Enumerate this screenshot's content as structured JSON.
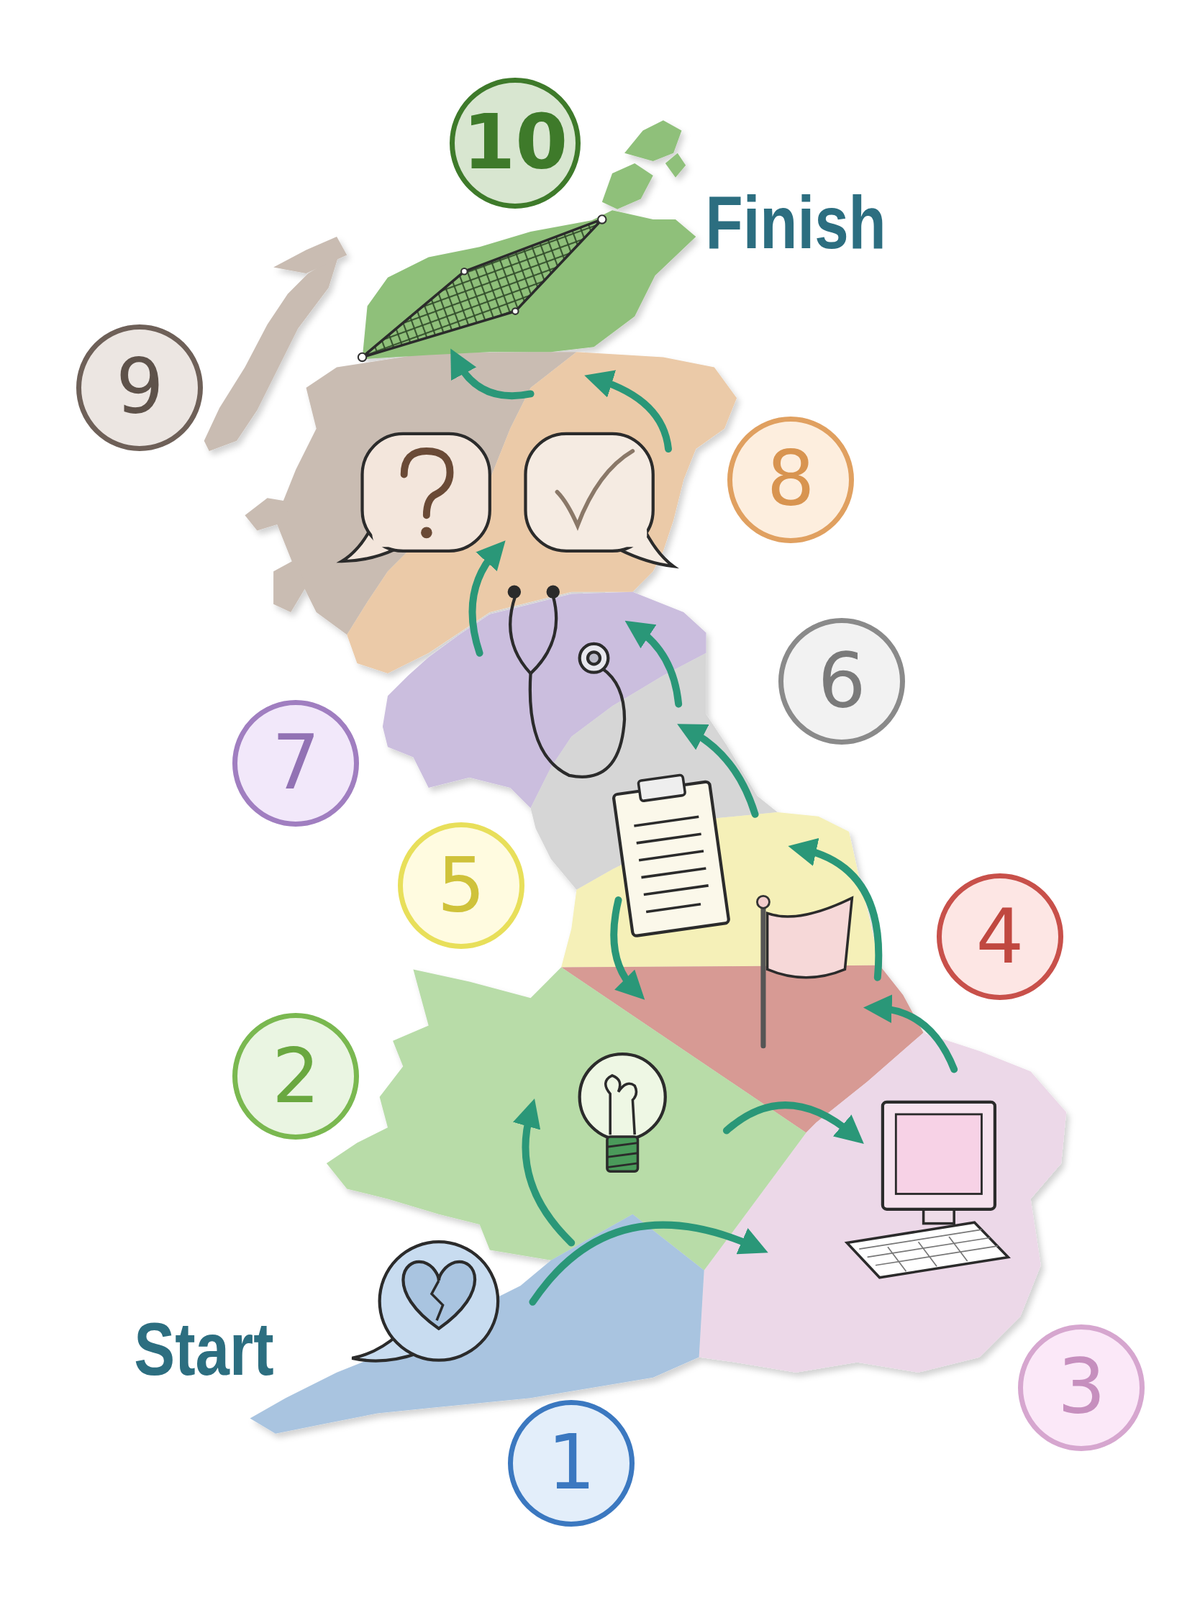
{
  "diagram": {
    "nodes": [
      {
        "text": [
          "1"
        ]
      },
      {
        "text": [
          "2"
        ]
      },
      {
        "text": [
          "3"
        ]
      },
      {
        "text": [
          "4"
        ]
      },
      {
        "text": [
          "5"
        ]
      },
      {
        "text": [
          "6"
        ]
      },
      {
        "text": [
          "7"
        ]
      },
      {
        "text": [
          "8"
        ]
      },
      {
        "text": [
          "9"
        ]
      },
      {
        "text": [
          "10"
        ]
      }
    ],
    "labels": [
      "Finish",
      "Start"
    ]
  }
}
